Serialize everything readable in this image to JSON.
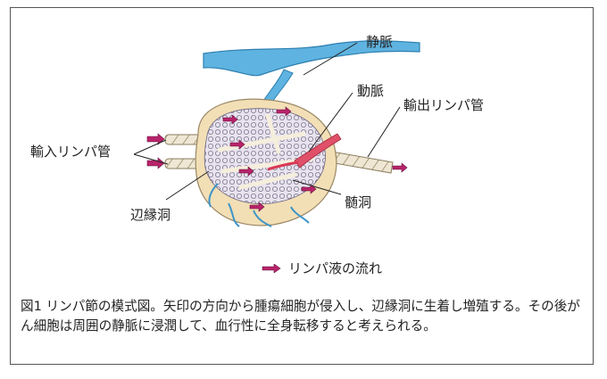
{
  "labels": {
    "vein": "静脈",
    "artery": "動脈",
    "efferent": "輸出リンパ管",
    "afferent": "輸入リンパ管",
    "sinus": "辺縁洞",
    "medullary": "髄洞"
  },
  "legend": {
    "text": "リンパ液の流れ"
  },
  "caption": {
    "figure_id": "図1",
    "text": "リンパ節の模式図。矢印の方向から腫瘍細胞が侵入し、辺縁洞に生着し増殖する。その後がん細胞は周囲の静脈に浸潤して、血行性に全身転移すると考えられる。"
  },
  "colors": {
    "vein": "#4aa3d4",
    "artery": "#d93a55",
    "capsule": "#f2ddb3",
    "arrow": "#b8236a"
  }
}
